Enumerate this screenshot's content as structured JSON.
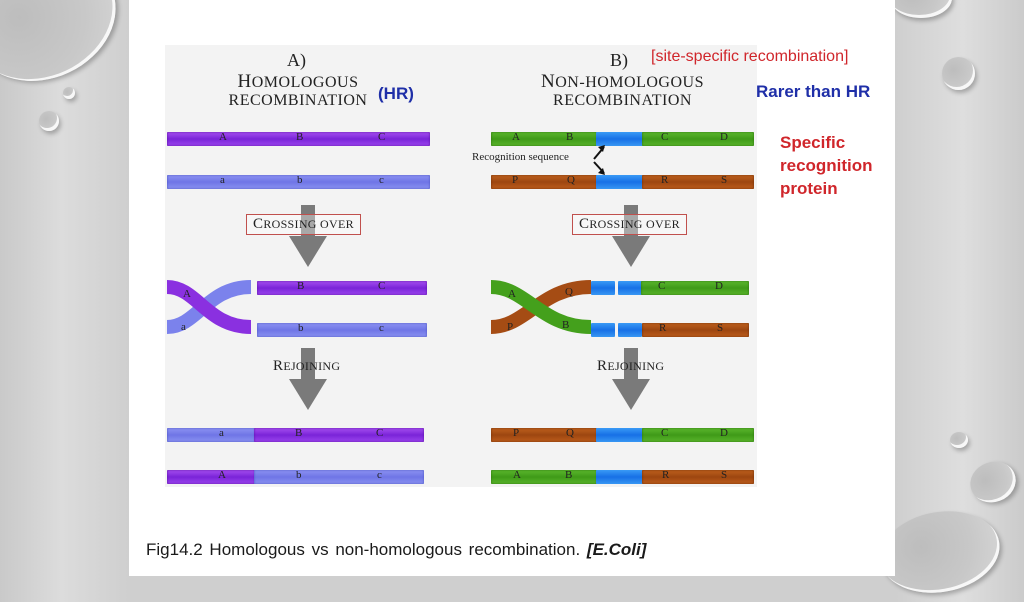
{
  "slide": {
    "caption": {
      "text": "Fig14.2 Homologous vs non-homologous recombination.",
      "emphasis": "[E.Coli]"
    },
    "annotations": {
      "hr_tag": "(HR)",
      "site_specific": "[site-specific recombination]",
      "rarer": "Rarer than HR",
      "specific_line1": "Specific",
      "specific_line2": "recognition",
      "specific_line3": "protein"
    },
    "colors": {
      "annotation_blue": "#1f2fa8",
      "annotation_red": "#d0262b"
    }
  },
  "figure": {
    "panel_a": {
      "letter": "A)",
      "title_line1_cap": "H",
      "title_line1_rest": "OMOLOGOUS",
      "title_line2": "RECOMBINATION",
      "top_strand_labels": [
        "A",
        "B",
        "C"
      ],
      "bottom_strand_labels": [
        "a",
        "b",
        "c"
      ],
      "crossing_strand_labels": [
        "A",
        "a"
      ],
      "after_cross_top": [
        "B",
        "C"
      ],
      "after_cross_bottom": [
        "b",
        "c"
      ],
      "result_top": [
        "a",
        "B",
        "C"
      ],
      "result_bottom": [
        "A",
        "b",
        "c"
      ]
    },
    "panel_b": {
      "letter": "B)",
      "title_line1_cap": "N",
      "title_line1_rest": "ON-HOMOLOGOUS",
      "title_line2": "RECOMBINATION",
      "recognition_label": "Recognition sequence",
      "top_strand_labels": [
        "A",
        "B",
        "C",
        "D"
      ],
      "bottom_strand_labels": [
        "P",
        "Q",
        "R",
        "S"
      ],
      "crossing_strand_labels": [
        "A",
        "Q",
        "P",
        "B"
      ],
      "after_cross_top": [
        "C",
        "D"
      ],
      "after_cross_bottom": [
        "R",
        "S"
      ],
      "result_top": [
        "P",
        "Q",
        "C",
        "D"
      ],
      "result_bottom": [
        "A",
        "B",
        "R",
        "S"
      ]
    },
    "steps": {
      "crossing_cap": "C",
      "crossing_rest": "ROSSING OVER",
      "rejoining_cap": "R",
      "rejoining_rest": "EJOINING"
    }
  }
}
